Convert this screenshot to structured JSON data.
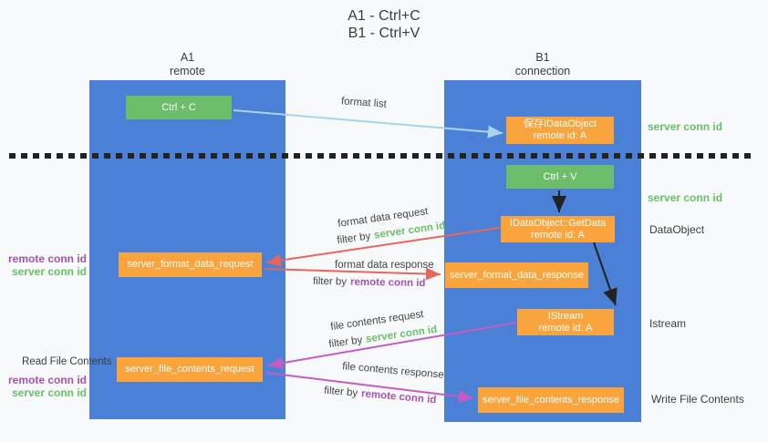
{
  "colors": {
    "background": "#f8f9fa",
    "lane_blue": "#4a80d6",
    "node_orange": "#f9a43d",
    "node_green": "#6dbe6b",
    "green_text": "#6abf69",
    "purple_text": "#a653b0",
    "red_arrow": "#e8655c",
    "magenta_arrow": "#c55bc5",
    "lightblue_arrow": "#a8d4ee",
    "dark_text": "#3d3d3d",
    "label_text": "#454545",
    "black_arrow": "#222222"
  },
  "title": {
    "line1": "A1 - Ctrl+C",
    "line2": "B1 - Ctrl+V"
  },
  "lanes": {
    "a": {
      "name": "A1",
      "subtitle": "remote"
    },
    "b": {
      "name": "B1",
      "subtitle": "connection"
    }
  },
  "nodes": {
    "ctrl_c": {
      "label": "Ctrl + C"
    },
    "ctrl_v": {
      "label": "Ctrl + V"
    },
    "save_dataobject": {
      "line1": "保存IDataObject",
      "line2": "remote id: A"
    },
    "getdata": {
      "line1": "IDataObject::GetData",
      "line2": "remote id: A"
    },
    "istream": {
      "line1": "IStream",
      "line2": "remote id: A"
    },
    "format_request": {
      "label": "server_format_data_request"
    },
    "format_response": {
      "label": "server_format_data_response"
    },
    "file_request": {
      "label": "server_file_contents_request"
    },
    "file_response": {
      "label": "server_file_contents_response"
    }
  },
  "edge_labels": {
    "format_list": "format list",
    "format_data_request": "format data request",
    "format_data_response": "format data response",
    "file_contents_request": "file contents request",
    "file_contents_response": "file contents response",
    "filter_by": "filter by",
    "server_conn_id": "server conn id",
    "remote_conn_id": "remote conn id"
  },
  "side_labels": {
    "server_conn_id_top": "server conn id",
    "server_conn_id_mid": "server conn id",
    "dataobject": "DataObject",
    "istream": "Istream",
    "write_file_contents": "Write File Contents",
    "read_file_contents": "Read File Contents",
    "remote_conn_id": "remote conn id",
    "server_conn_id": "server conn id"
  }
}
